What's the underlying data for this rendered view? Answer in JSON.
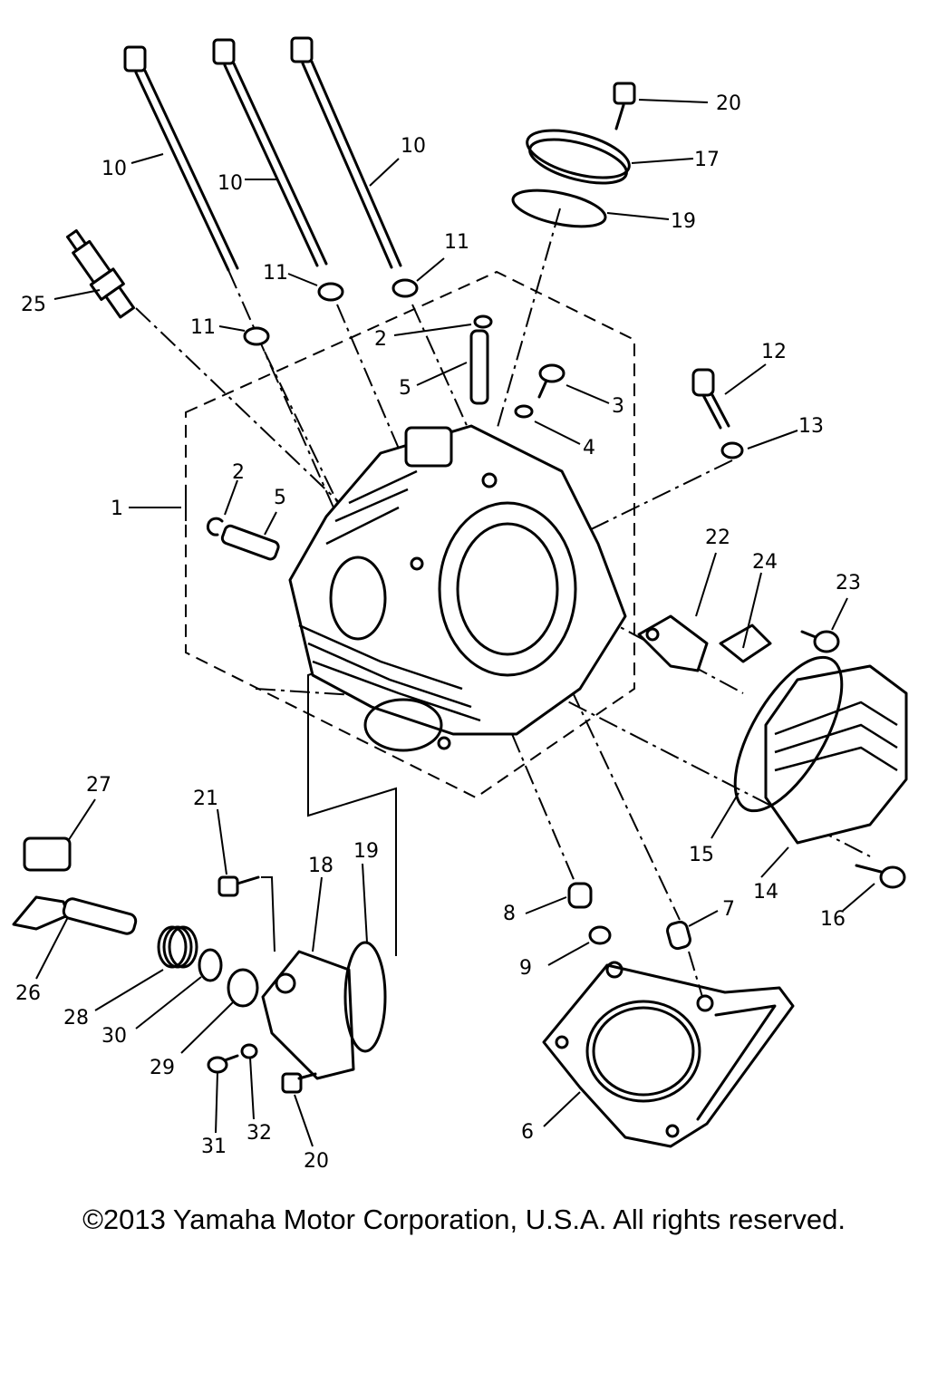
{
  "diagram": {
    "callouts": [
      {
        "id": "c1",
        "text": "1"
      },
      {
        "id": "c2a",
        "text": "2"
      },
      {
        "id": "c2b",
        "text": "2"
      },
      {
        "id": "c3",
        "text": "3"
      },
      {
        "id": "c4",
        "text": "4"
      },
      {
        "id": "c5a",
        "text": "5"
      },
      {
        "id": "c5b",
        "text": "5"
      },
      {
        "id": "c6",
        "text": "6"
      },
      {
        "id": "c7",
        "text": "7"
      },
      {
        "id": "c8",
        "text": "8"
      },
      {
        "id": "c9",
        "text": "9"
      },
      {
        "id": "c10a",
        "text": "10"
      },
      {
        "id": "c10b",
        "text": "10"
      },
      {
        "id": "c10c",
        "text": "10"
      },
      {
        "id": "c11a",
        "text": "11"
      },
      {
        "id": "c11b",
        "text": "11"
      },
      {
        "id": "c11c",
        "text": "11"
      },
      {
        "id": "c12",
        "text": "12"
      },
      {
        "id": "c13",
        "text": "13"
      },
      {
        "id": "c14",
        "text": "14"
      },
      {
        "id": "c15",
        "text": "15"
      },
      {
        "id": "c16",
        "text": "16"
      },
      {
        "id": "c17",
        "text": "17"
      },
      {
        "id": "c18",
        "text": "18"
      },
      {
        "id": "c19a",
        "text": "19"
      },
      {
        "id": "c19b",
        "text": "19"
      },
      {
        "id": "c20a",
        "text": "20"
      },
      {
        "id": "c20b",
        "text": "20"
      },
      {
        "id": "c21",
        "text": "21"
      },
      {
        "id": "c22",
        "text": "22"
      },
      {
        "id": "c23",
        "text": "23"
      },
      {
        "id": "c24",
        "text": "24"
      },
      {
        "id": "c25",
        "text": "25"
      },
      {
        "id": "c26",
        "text": "26"
      },
      {
        "id": "c27",
        "text": "27"
      },
      {
        "id": "c28",
        "text": "28"
      },
      {
        "id": "c29",
        "text": "29"
      },
      {
        "id": "c30",
        "text": "30"
      },
      {
        "id": "c31",
        "text": "31"
      },
      {
        "id": "c32",
        "text": "32"
      }
    ]
  },
  "footer": {
    "copyright": "©2013 Yamaha Motor Corporation, U.S.A. All rights reserved."
  }
}
